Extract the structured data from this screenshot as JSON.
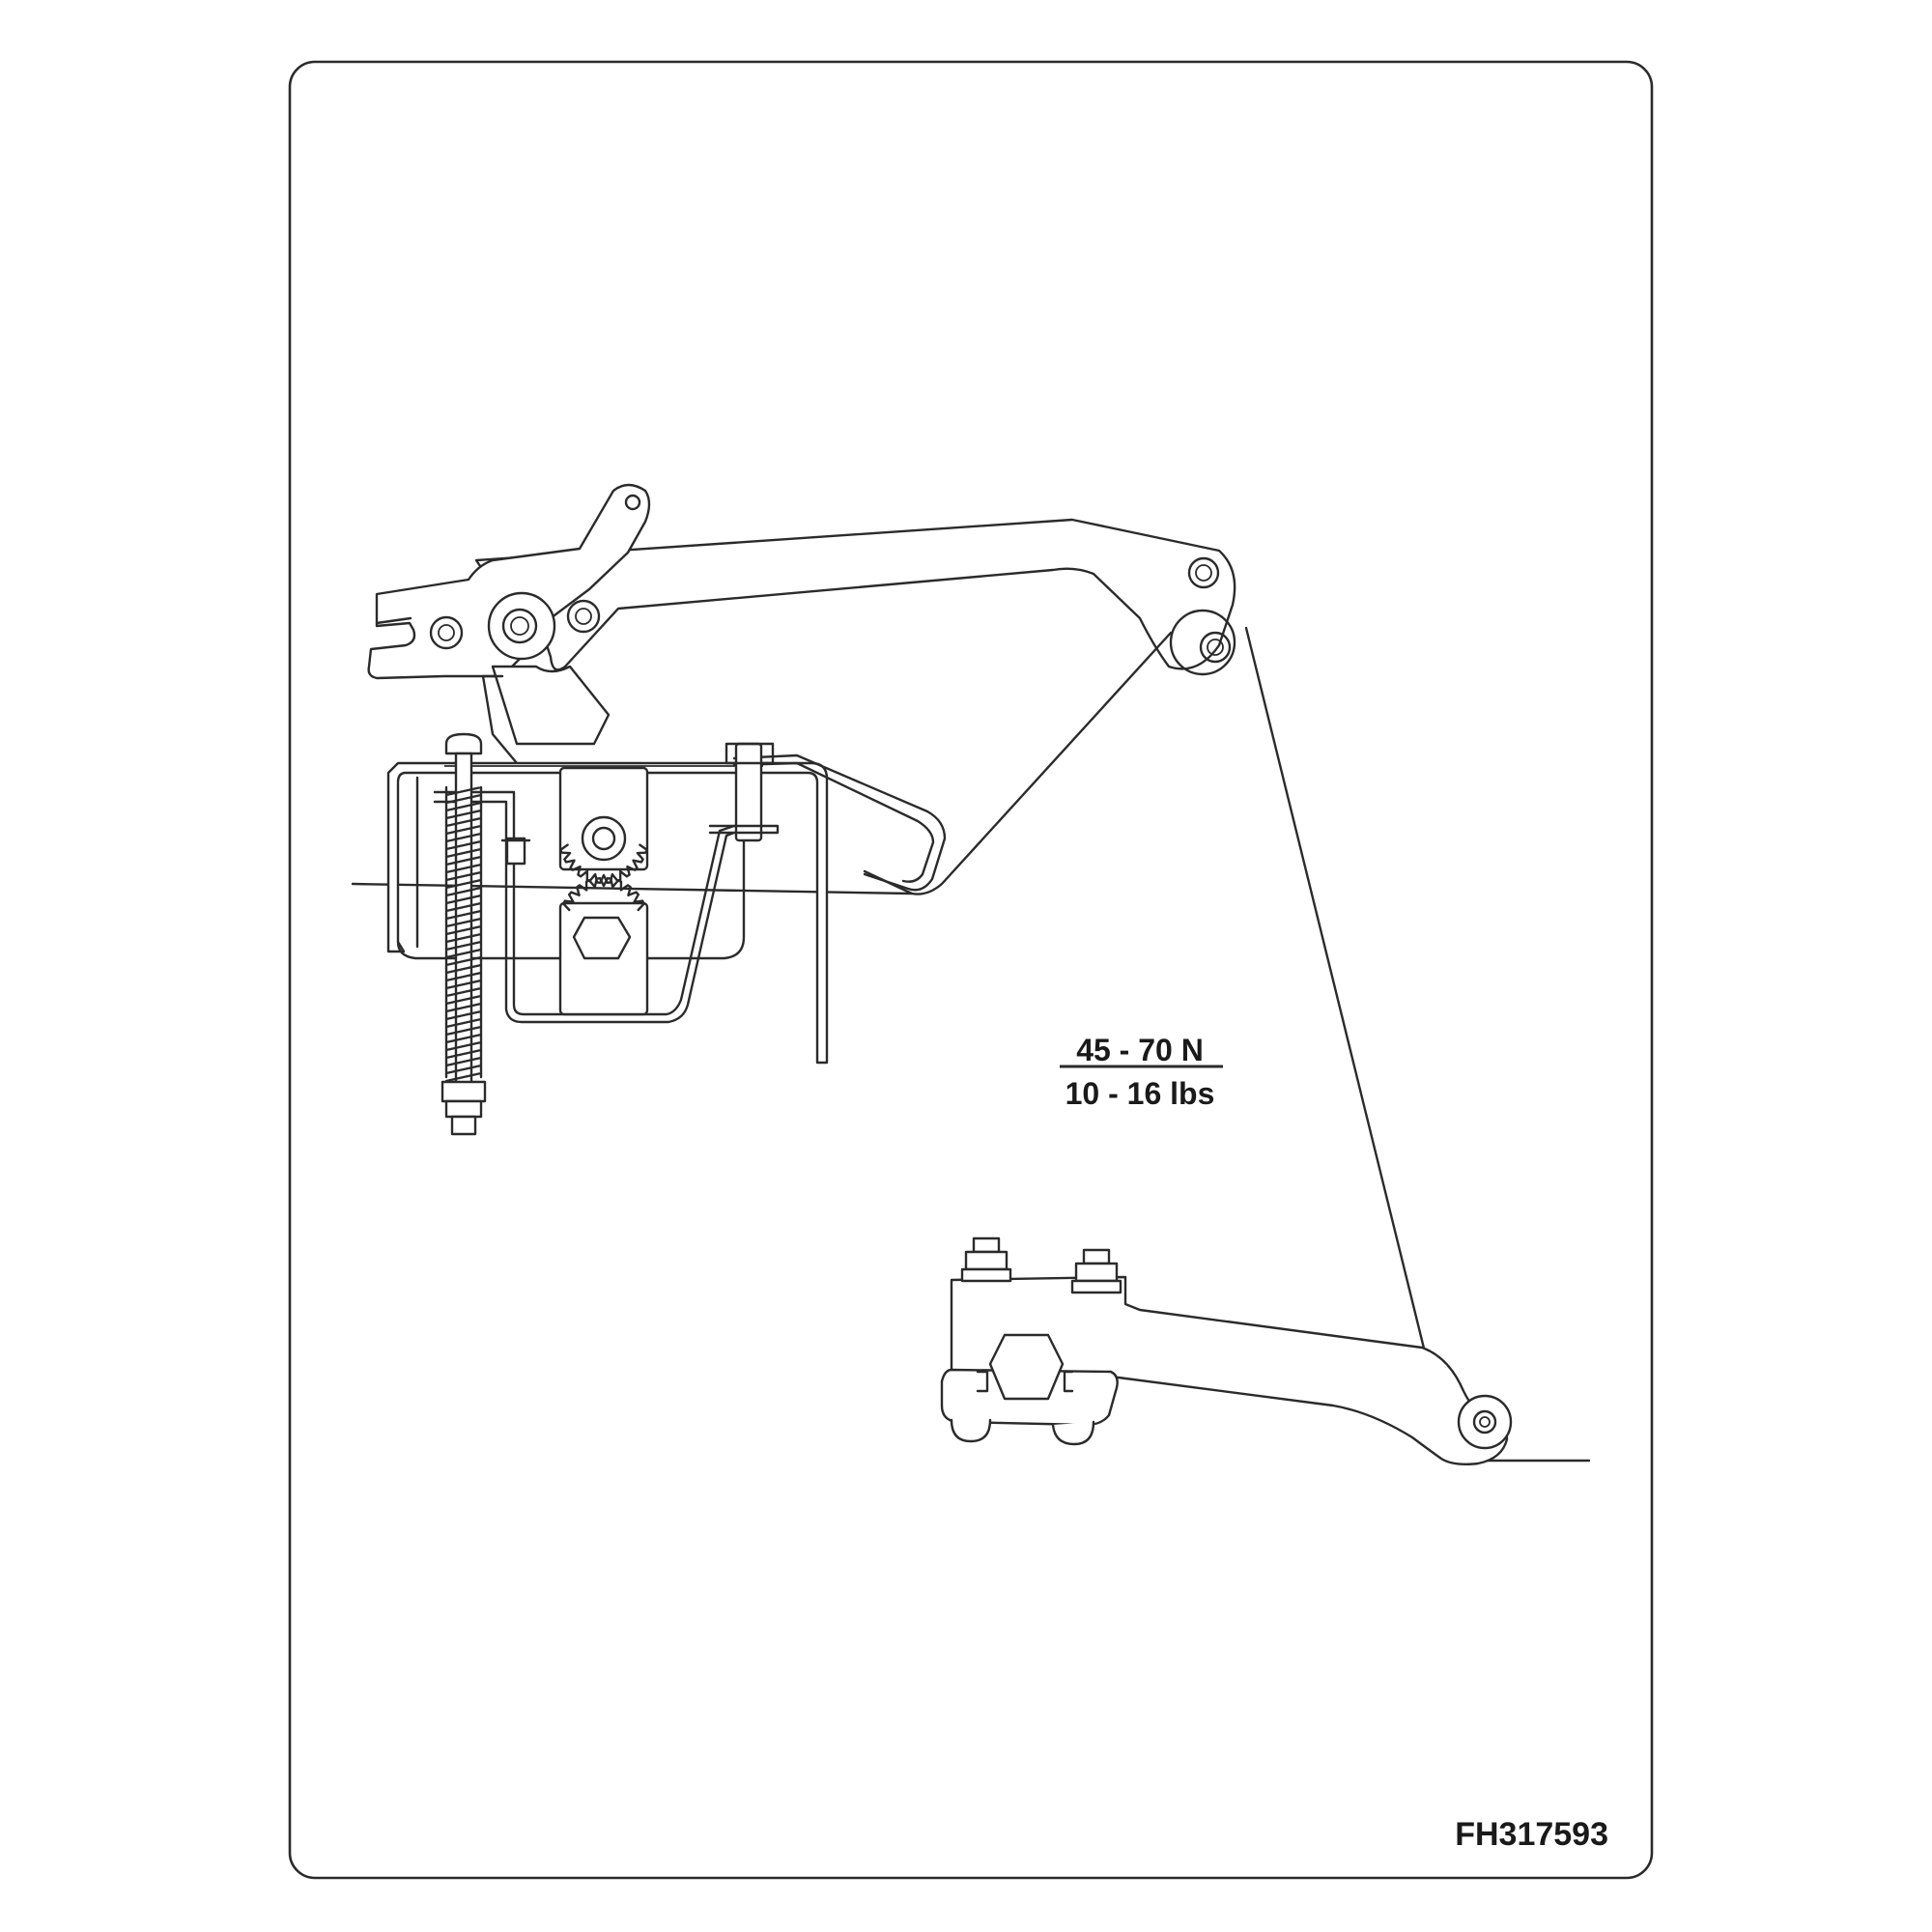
{
  "figure": {
    "force_label_newtons": "45 - 70 N",
    "force_label_pounds": "10 - 16 lbs",
    "figure_id": "FH317593"
  },
  "colors": {
    "line": "#2b2b2b",
    "background": "#ffffff"
  }
}
